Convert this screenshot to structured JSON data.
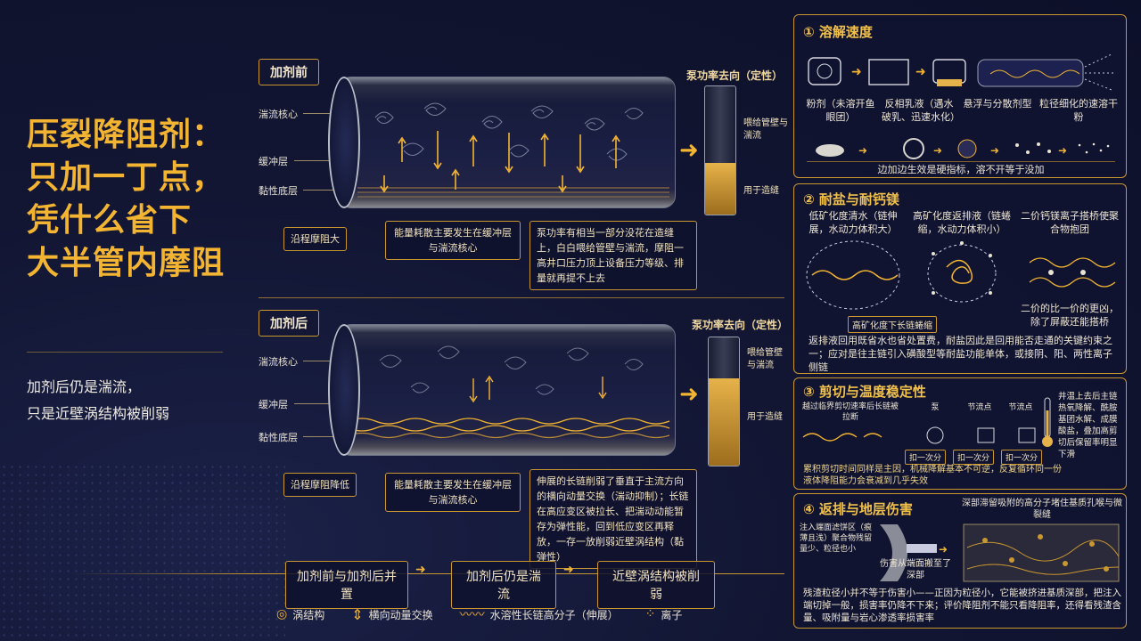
{
  "title": "压裂降阻剂：只加一丁点，凭什么省下大半管内摩阻",
  "title_lines": [
    "压裂降阻剂：",
    "只加一丁点，",
    "凭什么省下",
    "大半管内摩阻"
  ],
  "subtitle_lines": [
    "加剂后仍是湍流，",
    "只是近壁涡结构被削弱"
  ],
  "before": {
    "tag": "加剂前",
    "layers": [
      "湍流核心",
      "缓冲层",
      "黏性底层"
    ],
    "wall_label": "沿程摩阻大",
    "callout_energy": "能量耗散主要发生在缓冲层与湍流核心",
    "callout_pump": "泵功率有相当一部分没花在造缝上，白白喂给管壁与湍流，摩阻一高井口压力顶上设备压力等级、排量就再提不上去",
    "pump_title": "泵功率去向（定性）",
    "pump_top": "喂给管壁与湍流",
    "pump_bottom": "用于造缝",
    "pump_fraction": 0.4
  },
  "after": {
    "tag": "加剂后",
    "layers": [
      "湍流核心",
      "缓冲层",
      "黏性底层"
    ],
    "wall_label": "沿程摩阻降低",
    "callout_energy": "能量耗散主要发生在缓冲层与湍流核心",
    "callout_chain": "伸展的长链削弱了垂直于主流方向的横向动量交换（湍动抑制）；长链在高应变区被拉长、把湍动动能暂存为弹性能，回到低应变区再释放，一存一放削弱近壁涡结构（黏弹性）",
    "pump_title": "泵功率去向（定性）",
    "pump_top": "喂给管壁与湍流",
    "pump_bottom": "用于造缝",
    "pump_fraction": 0.68
  },
  "flow": [
    "加剂前与加剂后并置",
    "加剂后仍是湍流",
    "近壁涡结构被削弱"
  ],
  "legend": [
    {
      "icon": "vortex-icon",
      "label": "涡结构"
    },
    {
      "icon": "double-arrow-icon",
      "label": "横向动量交换"
    },
    {
      "icon": "polymer-chain-icon",
      "label": "水溶性长链高分子（伸展）"
    },
    {
      "icon": "ion-icon",
      "label": "离子"
    }
  ],
  "panel1": {
    "title": "① 溶解速度",
    "steps": [
      "粉剂（未溶开鱼眼团）",
      "反相乳液（遇水破乳、迅速水化）",
      "悬浮与分散剂型",
      "粒径细化的速溶干粉"
    ],
    "footer": "边加边生效是硬指标，溶不开等于没加"
  },
  "panel2": {
    "title": "② 耐盐与耐钙镁",
    "cols": [
      "低矿化度清水（链伸展，水动力体积大）",
      "高矿化度返排液（链蜷缩，水动力体积小）",
      "二价钙镁离子搭桥使聚合物抱团"
    ],
    "mid_label": "高矿化度下长链蜷缩",
    "right_note": "二价的比一价的更凶，除了屏蔽还能搭桥",
    "body": "返排液回用既省水也省处置费，耐盐因此是回用能否走通的关键约束之一；应对是往主链引入磺酸型等耐盐功能单体，或接阴、阳、两性离子侧链"
  },
  "panel3": {
    "title": "③ 剪切与温度稳定性",
    "flow_label": "越过临界剪切速率后长链被拉断",
    "stages": [
      "泵",
      "节流点",
      "节流点"
    ],
    "badges": [
      "扣一次分",
      "扣一次分",
      "扣一次分"
    ],
    "right_note": "井温上去后主链热氧降解、酰胺基团水解、成膜酸盐，叠加高剪切后保留率明显下滑",
    "body": "累积剪切时间同样是主因，机械降解基本不可逆，反复循环同一份液体降阻能力会衰减到几乎失效"
  },
  "panel4": {
    "title": "④ 返排与地层伤害",
    "top_label": "深部滞留吸附的高分子堵住基质孔喉与微裂缝",
    "left_label": "注入端面滤饼区（痕薄且浅）聚合物残留量少、粒径也小",
    "mid_label": "伤害从端面搬至了深部",
    "body": "残渣粒径小并不等于伤害小——正因为粒径小，它能被挤进基质深部，把注入端切掉一般，损害率仍降不下来；评价降阻剂不能只看降阻率，还得看残渣含量、吸附量与岩心渗透率损害率"
  },
  "colors": {
    "accent": "#f2b431",
    "background": "#121633",
    "frame": "#c9962f"
  }
}
